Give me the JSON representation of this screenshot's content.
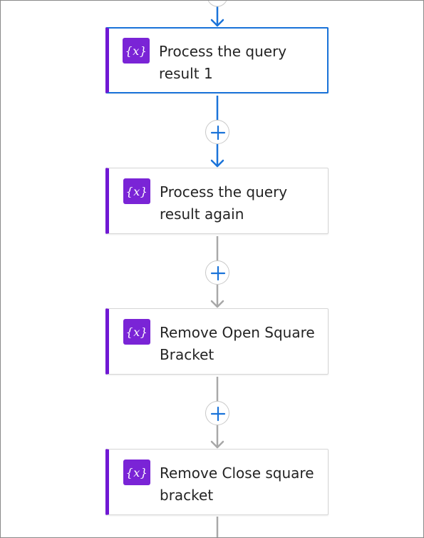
{
  "flow": {
    "steps": [
      {
        "title": "Process the query result 1",
        "icon": "variable-icon",
        "icon_glyph": "{x}",
        "selected": true
      },
      {
        "title": "Process the query result again",
        "icon": "variable-icon",
        "icon_glyph": "{x}",
        "selected": false
      },
      {
        "title": "Remove Open Square Bracket",
        "icon": "variable-icon",
        "icon_glyph": "{x}",
        "selected": false
      },
      {
        "title": "Remove Close square bracket",
        "icon": "variable-icon",
        "icon_glyph": "{x}",
        "selected": false
      }
    ],
    "add_step_icon": "plus-icon"
  },
  "colors": {
    "accent_purple": "#7018d4",
    "icon_bg": "#7a24d6",
    "selected_blue": "#1a73d9",
    "connector_gray": "#a8a8a8",
    "plus_blue": "#1a73d9"
  }
}
